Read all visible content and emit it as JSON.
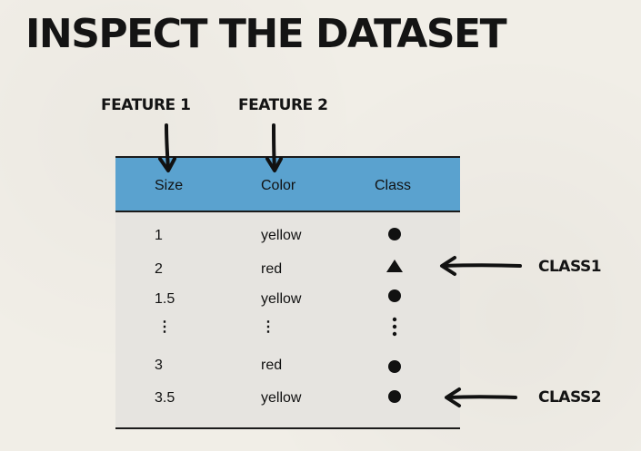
{
  "title": "INSPECT THE DATASET",
  "feature_labels": [
    "FEATURE 1",
    "FEATURE 2"
  ],
  "class_labels": [
    "CLASS1",
    "CLASS2"
  ],
  "table": {
    "headers": [
      "Size",
      "Color",
      "Class"
    ],
    "rows": [
      {
        "size": "1",
        "color": "yellow",
        "class_shape": "circle"
      },
      {
        "size": "2",
        "color": "red",
        "class_shape": "triangle"
      },
      {
        "size": "1.5",
        "color": "yellow",
        "class_shape": "circle"
      },
      {
        "size": "⋮",
        "color": "⋮",
        "class_shape": "vertical-ellipsis"
      },
      {
        "size": "3",
        "color": "red",
        "class_shape": "circle"
      },
      {
        "size": "3.5",
        "color": "yellow",
        "class_shape": "circle"
      }
    ]
  },
  "colors": {
    "header_bg": "#5aa2cf",
    "table_bg": "#e6e4e0",
    "ink": "#141414"
  }
}
